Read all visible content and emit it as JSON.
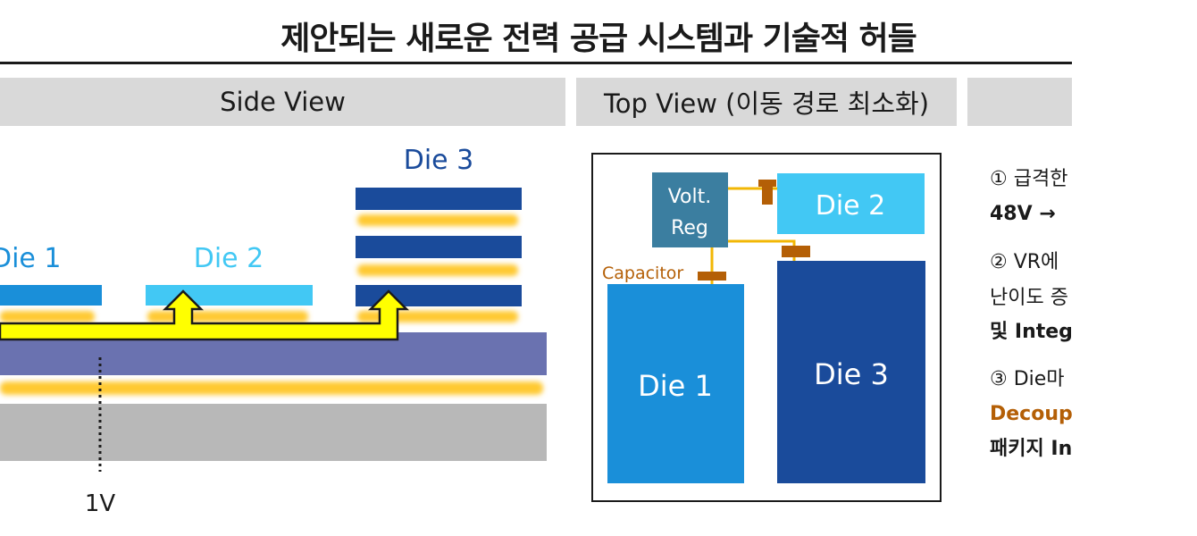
{
  "title": "제안되는 새로운 전력 공급 시스템과 기술적 허들",
  "side_view": {
    "header": "Side View",
    "die1_label": "Die 1",
    "die2_label": "Die 2",
    "die3_label": "Die 3",
    "voltage_label": "1V"
  },
  "top_view": {
    "header": "Top View (이동 경로 최소화)",
    "vreg_line1": "Volt.",
    "vreg_line2": "Reg",
    "capacitor_label": "Capacitor",
    "die1_label": "Die 1",
    "die2_label": "Die 2",
    "die3_label": "Die 3"
  },
  "notes": {
    "item1_line1": "① 급격한",
    "item1_line2": "48V →",
    "item2_line1": "② VR에",
    "item2_line2": "난이도 증",
    "item2_line3": "및 Integ",
    "item3_line1": "③ Die마",
    "item3_line2": "Decoup",
    "item3_line3": "패키지 In"
  },
  "colors": {
    "die1": "#1a8fd9",
    "die2": "#42c8f4",
    "die3": "#1a4b9b",
    "substrate": "#6a72b0",
    "base": "#b8b8b8",
    "arrow": "#ffff00",
    "glow": "#ffc933",
    "vreg": "#3b7ea0",
    "capacitor": "#b45f06",
    "header_band": "#d9d9d9"
  }
}
